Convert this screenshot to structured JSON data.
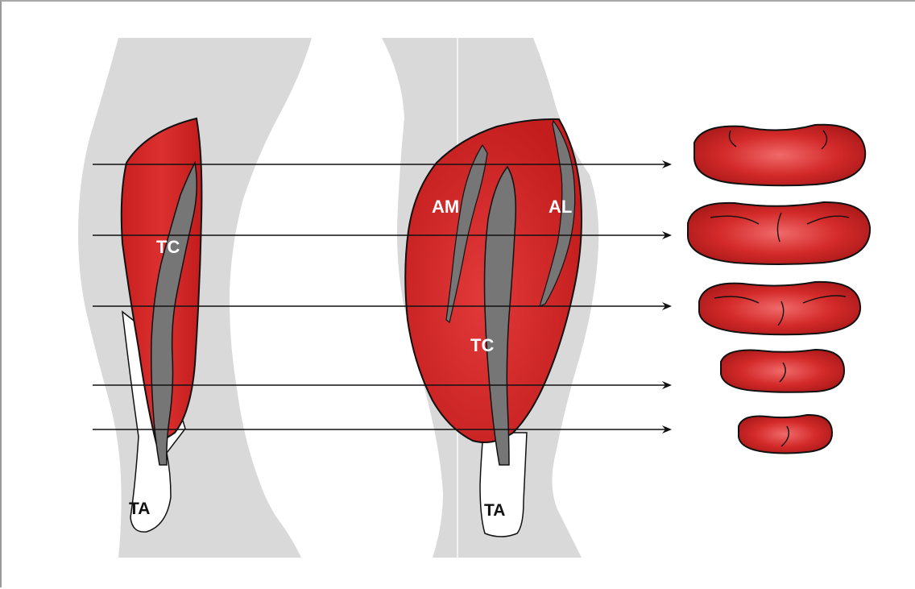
{
  "labels": {
    "lateral_tc": "TC",
    "lateral_ta": "TA",
    "posterior_am": "AM",
    "posterior_al": "AL",
    "posterior_tc": "TC",
    "posterior_ta": "TA"
  },
  "colors": {
    "muscle": "#d42a2a",
    "muscle_dark": "#a81818",
    "tendon": "#767676",
    "silhouette": "#d9d9d9",
    "arrow": "#111111",
    "background": "#ffffff"
  },
  "cross_section_count": 5
}
